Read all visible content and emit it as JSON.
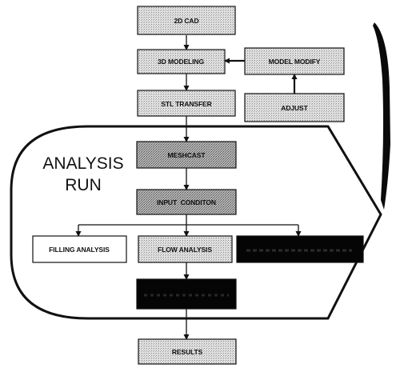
{
  "boxes": {
    "cad_2d": "2D CAD",
    "modeling_3d": "3D MODELING",
    "model_modify": "MODEL MODIFY",
    "stl_transfer": "STL TRANSFER",
    "adjust": "ADJUST",
    "meshcast": "MESHCAST",
    "input_condition": "INPUT  CONDITON",
    "filling_analysis": "FILLING ANALYSIS",
    "flow_analysis": "FLOW ANALYSIS",
    "results": "RESULTS"
  },
  "region": {
    "line1": "ANALYSIS",
    "line2": "RUN"
  },
  "colors": {
    "stipple_box": "#d6d6d6",
    "dark_stipple_box": "#a9a9a9",
    "black_box": "#050505",
    "line": "#111111"
  }
}
